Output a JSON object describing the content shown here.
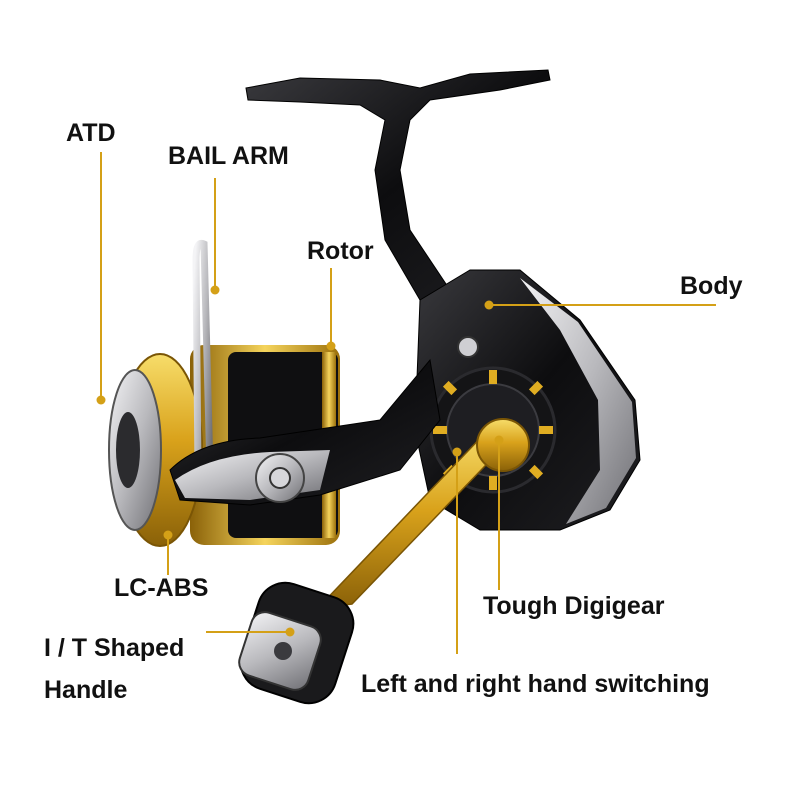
{
  "colors": {
    "leader": "#d4a017",
    "gold": "#d9a21b",
    "black": "#111111",
    "silver": "#c9c9cc"
  },
  "labels": {
    "atd": "ATD",
    "bail_arm": "BAIL ARM",
    "rotor": "Rotor",
    "body": "Body",
    "lc_abs": "LC-ABS",
    "handle_line1": "I / T Shaped",
    "handle_line2": "Handle",
    "digigear": "Tough Digigear",
    "switching": "Left and right hand switching"
  }
}
